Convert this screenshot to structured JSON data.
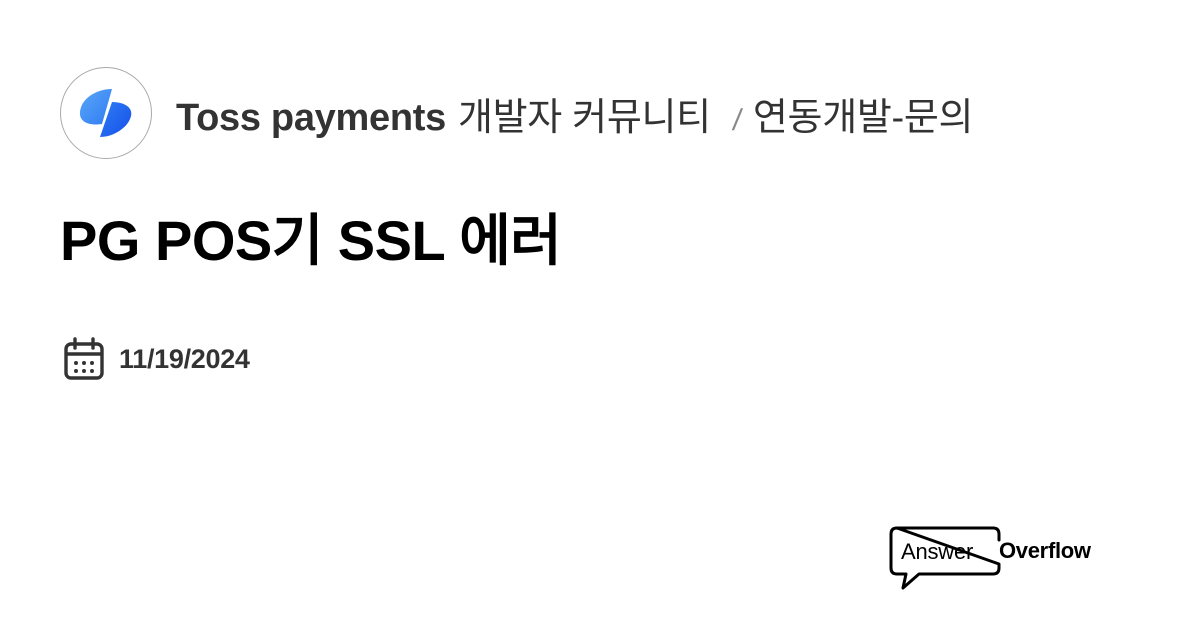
{
  "header": {
    "logo_icon": "toss-payments-logo-icon",
    "brand": "Toss payments",
    "community": "개발자 커뮤니티",
    "separator": "/",
    "channel": "연동개발-문의",
    "colors": {
      "logo_blue_light": "#4d9bf7",
      "logo_blue_dark": "#1b5ef0",
      "text": "#333333",
      "separator": "#8a8a8a",
      "logo_border": "#a9a9a9"
    }
  },
  "post": {
    "title": "PG POS기 SSL 에러",
    "date_icon": "calendar-icon",
    "date": "11/19/2024"
  },
  "footer": {
    "brand_logo_icon": "speech-bubble-icon",
    "brand_part1": "Answer",
    "brand_part2": "Overflow"
  }
}
